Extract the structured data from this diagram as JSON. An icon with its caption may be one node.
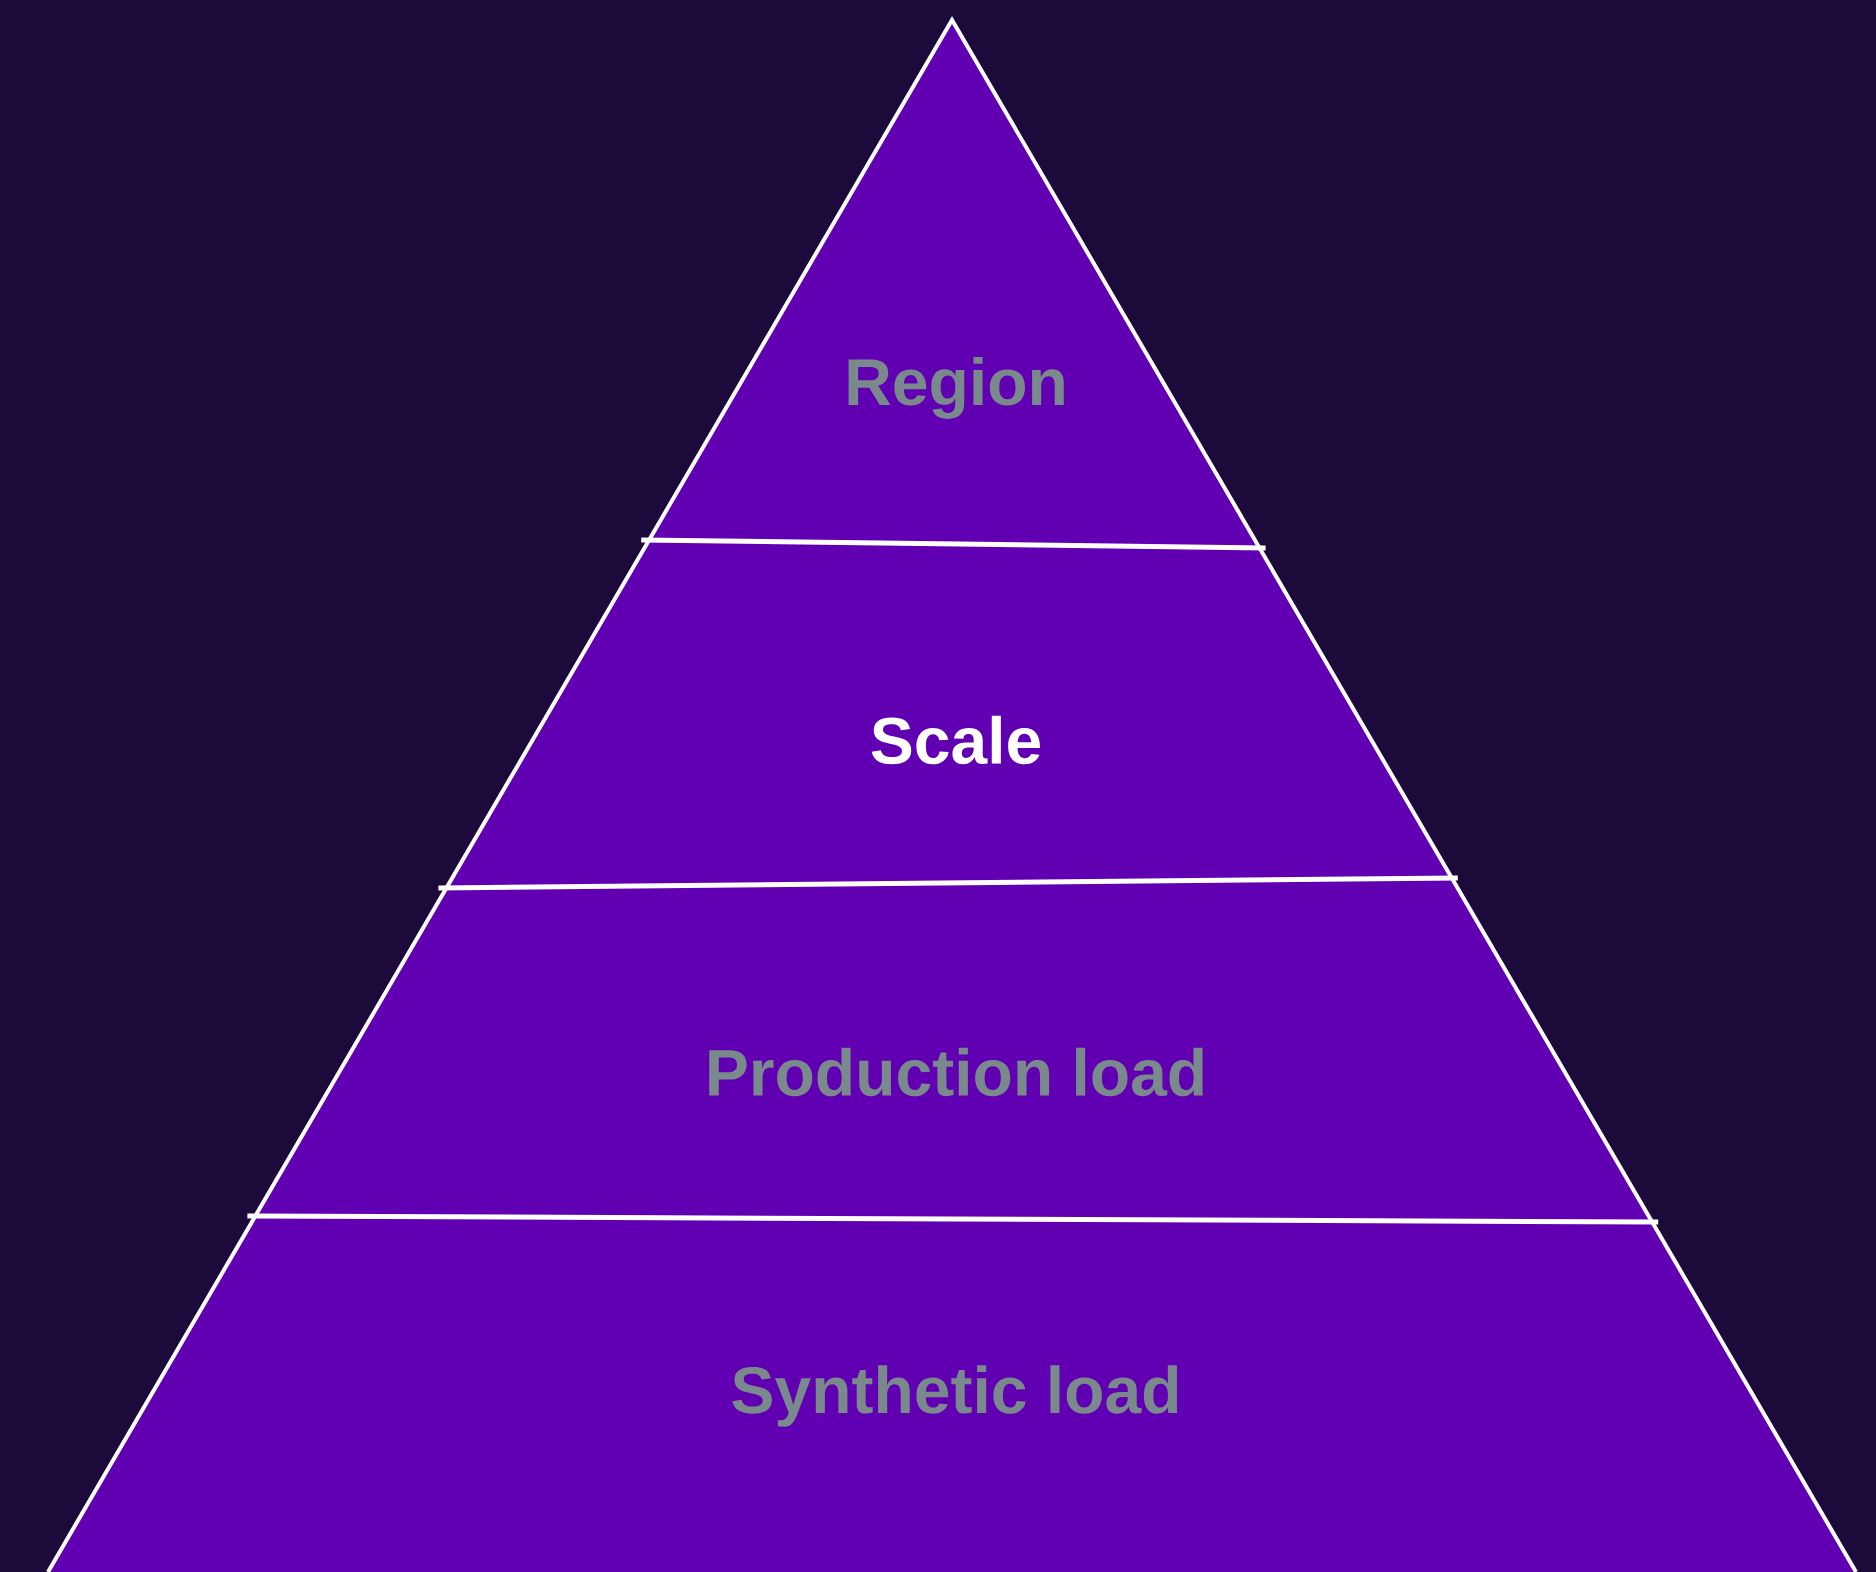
{
  "diagram": {
    "nodes": [
      {
        "text": [
          "Region"
        ]
      },
      {
        "text": [
          "Scale"
        ]
      },
      {
        "text": [
          "Production load"
        ]
      },
      {
        "text": [
          "Synthetic load"
        ]
      }
    ]
  }
}
